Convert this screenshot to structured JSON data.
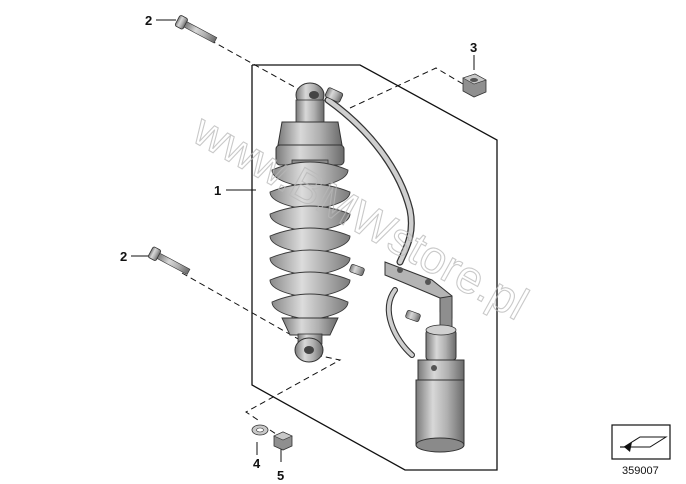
{
  "diagram": {
    "callouts": {
      "part_1": "1",
      "part_2_top": "2",
      "part_2_bottom": "2",
      "part_3": "3",
      "part_4": "4",
      "part_5": "5"
    },
    "watermark": "www.BMWstore.pl",
    "reference_number": "359007",
    "colors": {
      "line": "#111111",
      "part_fill": "#a8a8a8",
      "part_dark": "#6e6e6e",
      "part_light": "#d4d4d4",
      "watermark": "#b8b8b8"
    },
    "icons": {
      "orientation": "arrow-box-icon"
    }
  }
}
